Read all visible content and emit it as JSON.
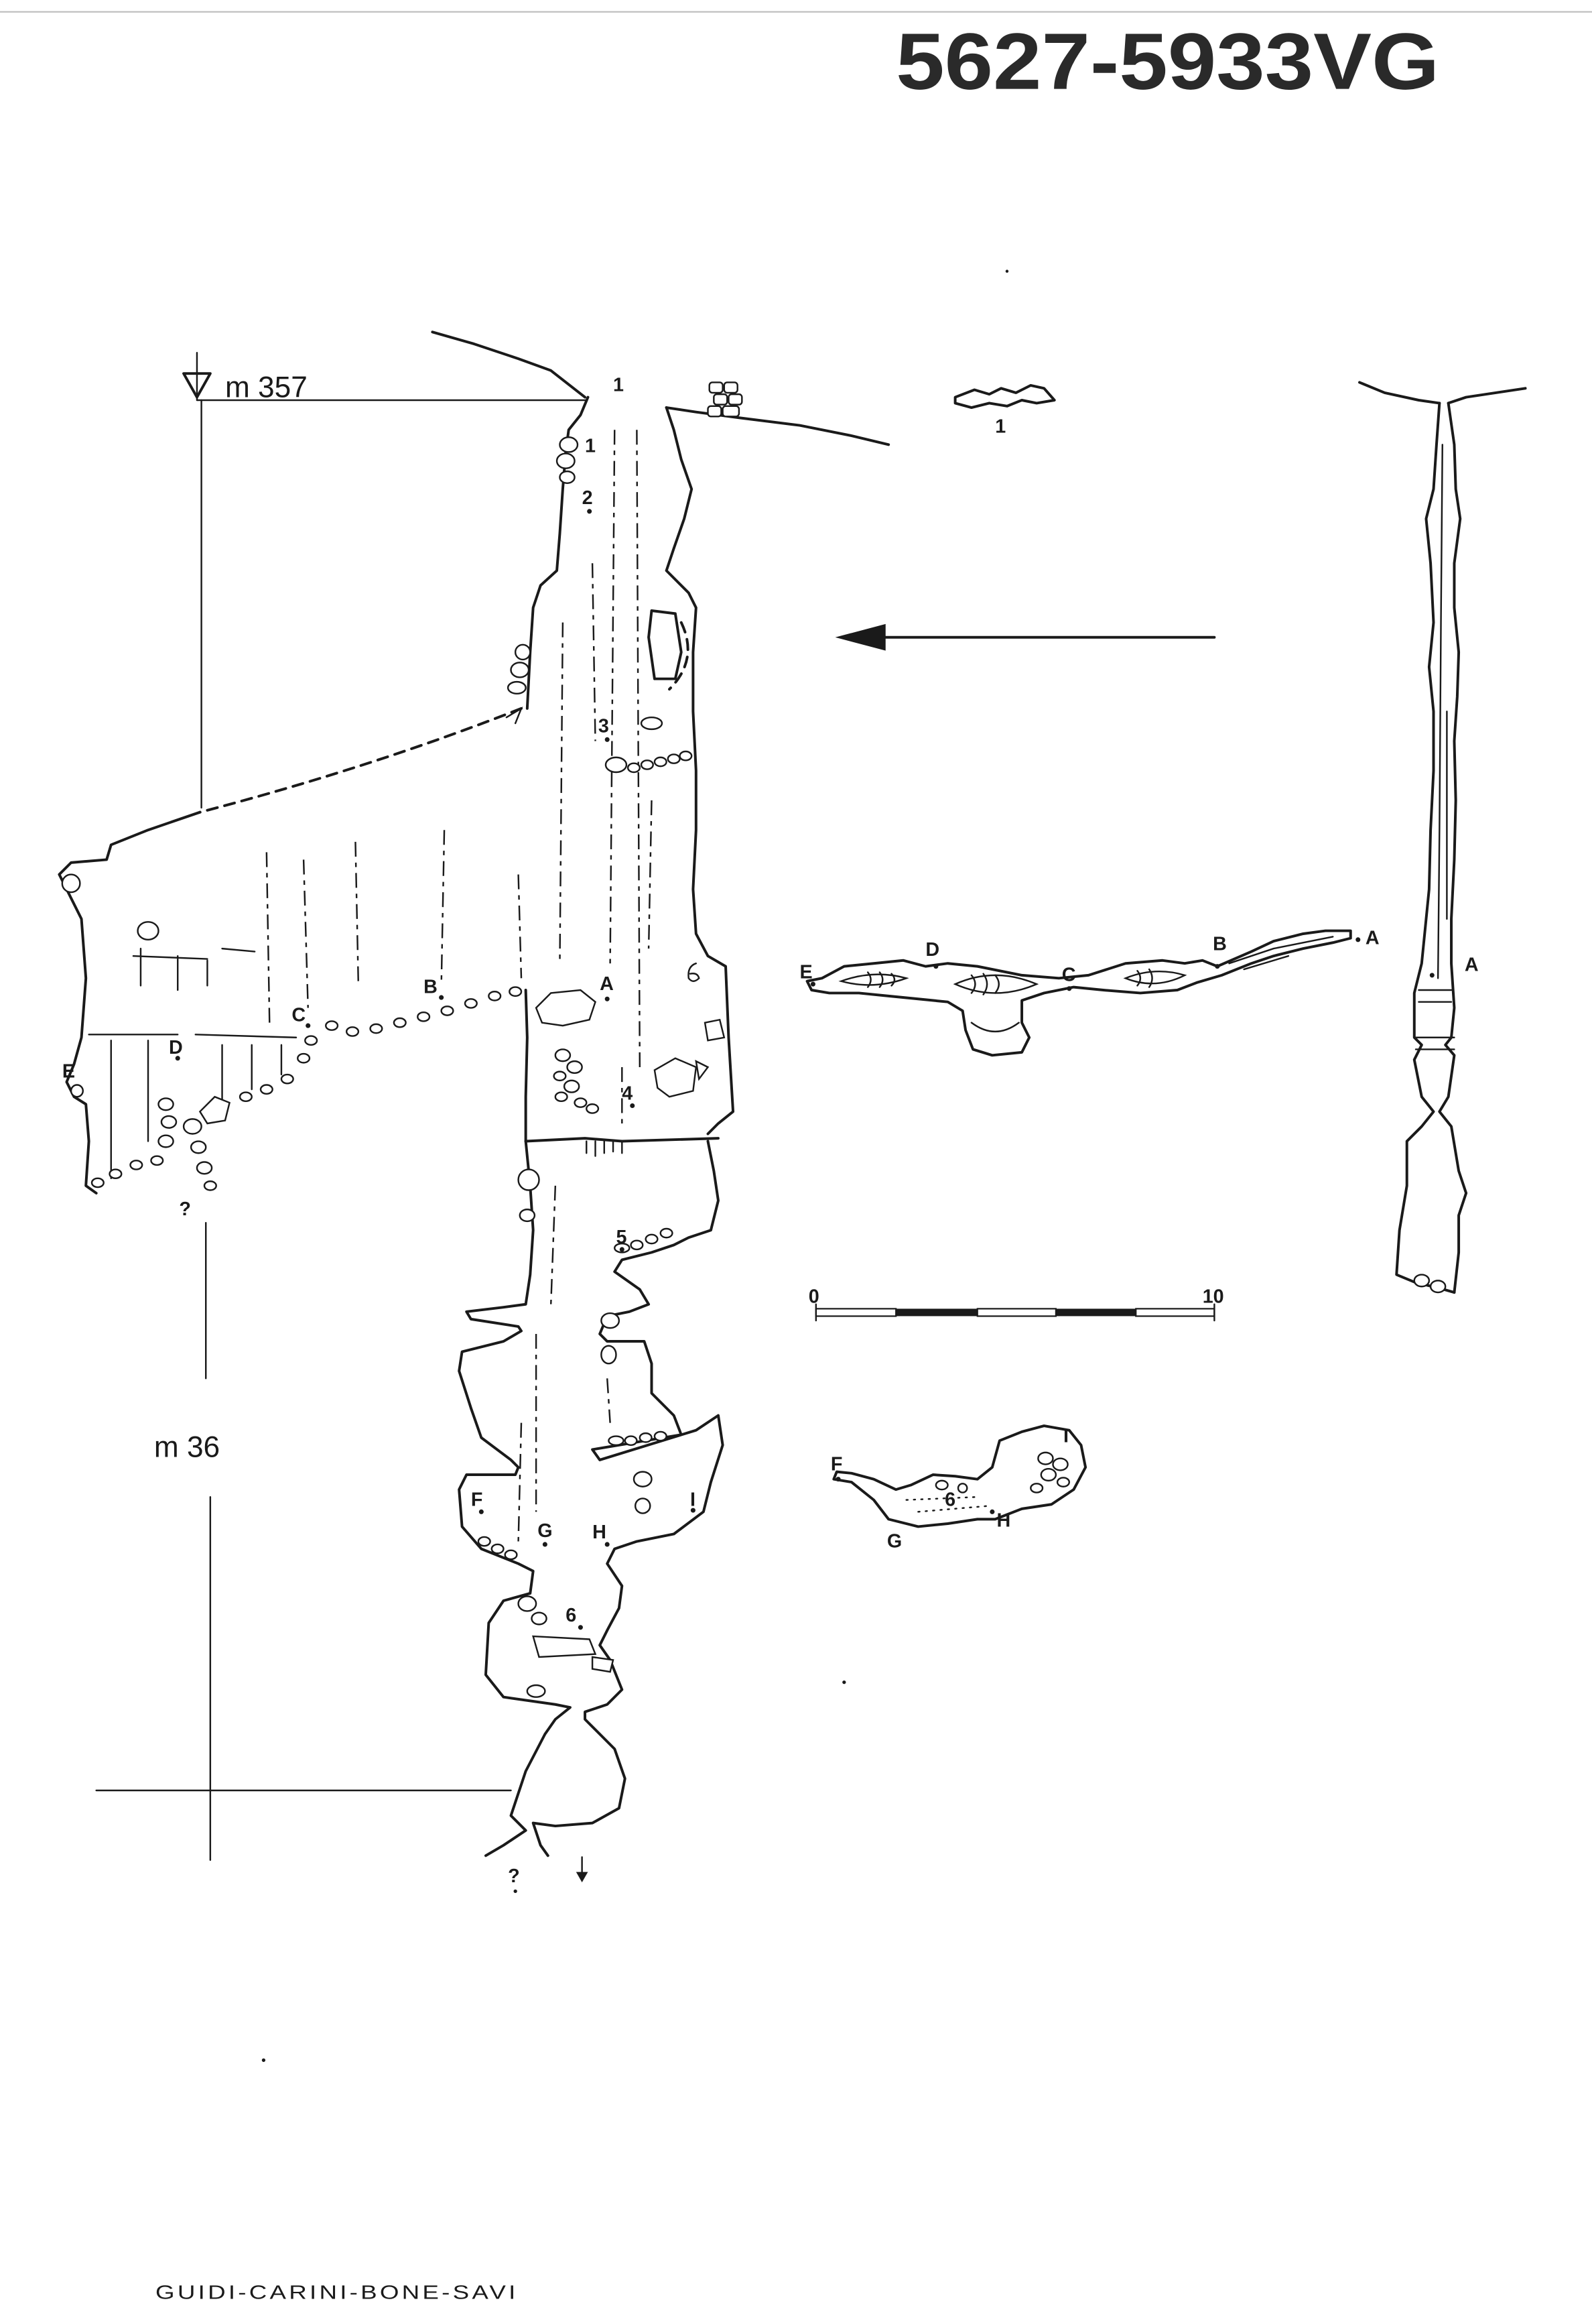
{
  "header": {
    "title": "5627-5933VG"
  },
  "section": {
    "elevation_label": "m 357",
    "depth_label": "m 36",
    "stations": {
      "s1_top": "1",
      "s1": "1",
      "s2": "2",
      "s3": "3",
      "A": "A",
      "B": "B",
      "C": "C",
      "D": "D",
      "E": "E",
      "s4": "4",
      "s5": "5",
      "F": "F",
      "G": "G",
      "H": "H",
      "I": "I",
      "s6": "6"
    },
    "unknown_marks": [
      "?",
      "?"
    ]
  },
  "plan_1": {
    "station": "1"
  },
  "plan_A_E": {
    "stations": [
      "E",
      "D",
      "C",
      "B",
      "A"
    ]
  },
  "profile_right": {
    "station": "A"
  },
  "scale_bar": {
    "start": "0",
    "end": "10"
  },
  "plan_F_I": {
    "stations": [
      "F",
      "G",
      "6",
      "H",
      "I"
    ]
  },
  "footer": {
    "authors": "GUIDI-CARINI-BONE-SAVI"
  },
  "colors": {
    "ink": "#1a1a1a",
    "paper": "#ffffff"
  }
}
